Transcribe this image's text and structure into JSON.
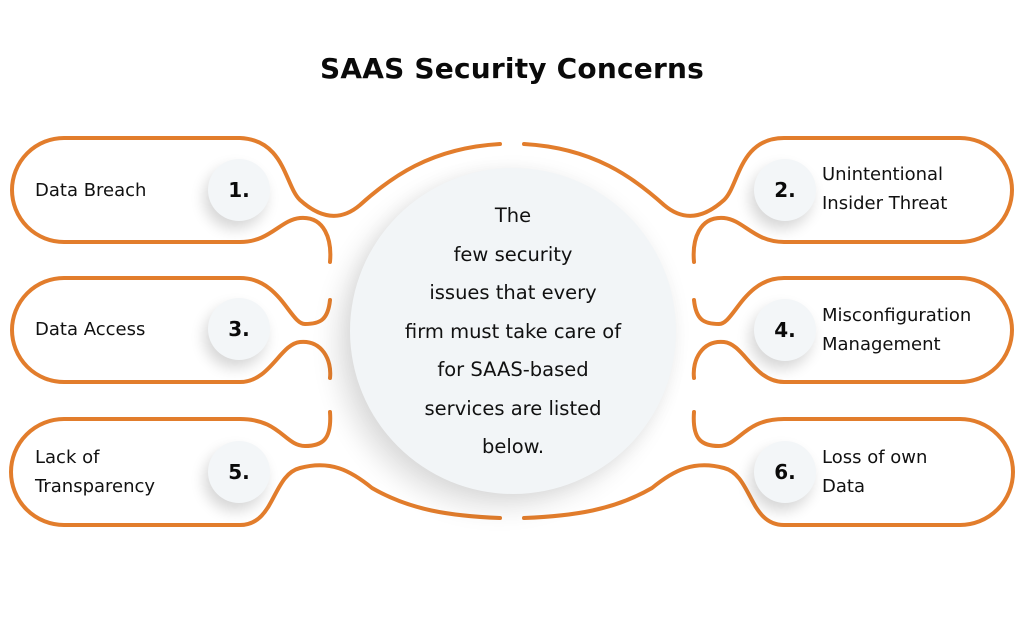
{
  "title": "SAAS Security Concerns",
  "center": {
    "lines": [
      "The",
      "few security",
      "issues that every",
      "firm must take care of",
      "for SAAS-based",
      "services are listed",
      "below."
    ]
  },
  "items": [
    {
      "number": "1.",
      "label_lines": [
        "Data Breach"
      ],
      "side": "left"
    },
    {
      "number": "2.",
      "label_lines": [
        "Unintentional",
        "Insider Threat"
      ],
      "side": "right"
    },
    {
      "number": "3.",
      "label_lines": [
        "Data Access"
      ],
      "side": "left"
    },
    {
      "number": "4.",
      "label_lines": [
        "Misconfiguration",
        "Management"
      ],
      "side": "right"
    },
    {
      "number": "5.",
      "label_lines": [
        "Lack of",
        "Transparency"
      ],
      "side": "left"
    },
    {
      "number": "6.",
      "label_lines": [
        "Loss of own",
        "Data"
      ],
      "side": "right"
    }
  ],
  "colors": {
    "outline": "#e27d2c",
    "badge_bg": "#f3f6f8",
    "center_bg": "#f2f5f7",
    "text": "#111111"
  }
}
